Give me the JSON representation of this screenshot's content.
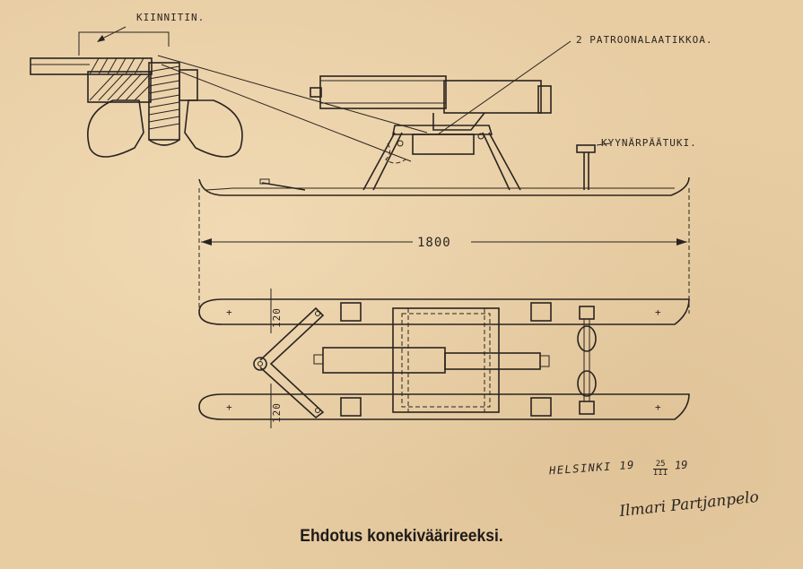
{
  "labels": {
    "fastener": "KIINNITIN.",
    "ammo_boxes": "2 PATROONALAATIKKOA.",
    "elbow_rest": "KYYNÄRPÄÄTUKI.",
    "length_dim": "1800",
    "width_dim_top": "120",
    "width_dim_bottom": "120"
  },
  "signoff": {
    "city_year_prefix": "HELSINKI 19",
    "date_day": "25",
    "date_month": "III",
    "year_suffix": "19",
    "signature": "Ilmari Partjanpelo"
  },
  "caption": "Ehdotus konekiväärireeksi.",
  "colors": {
    "paper": "#e8cda3",
    "ink": "#2a2420"
  }
}
